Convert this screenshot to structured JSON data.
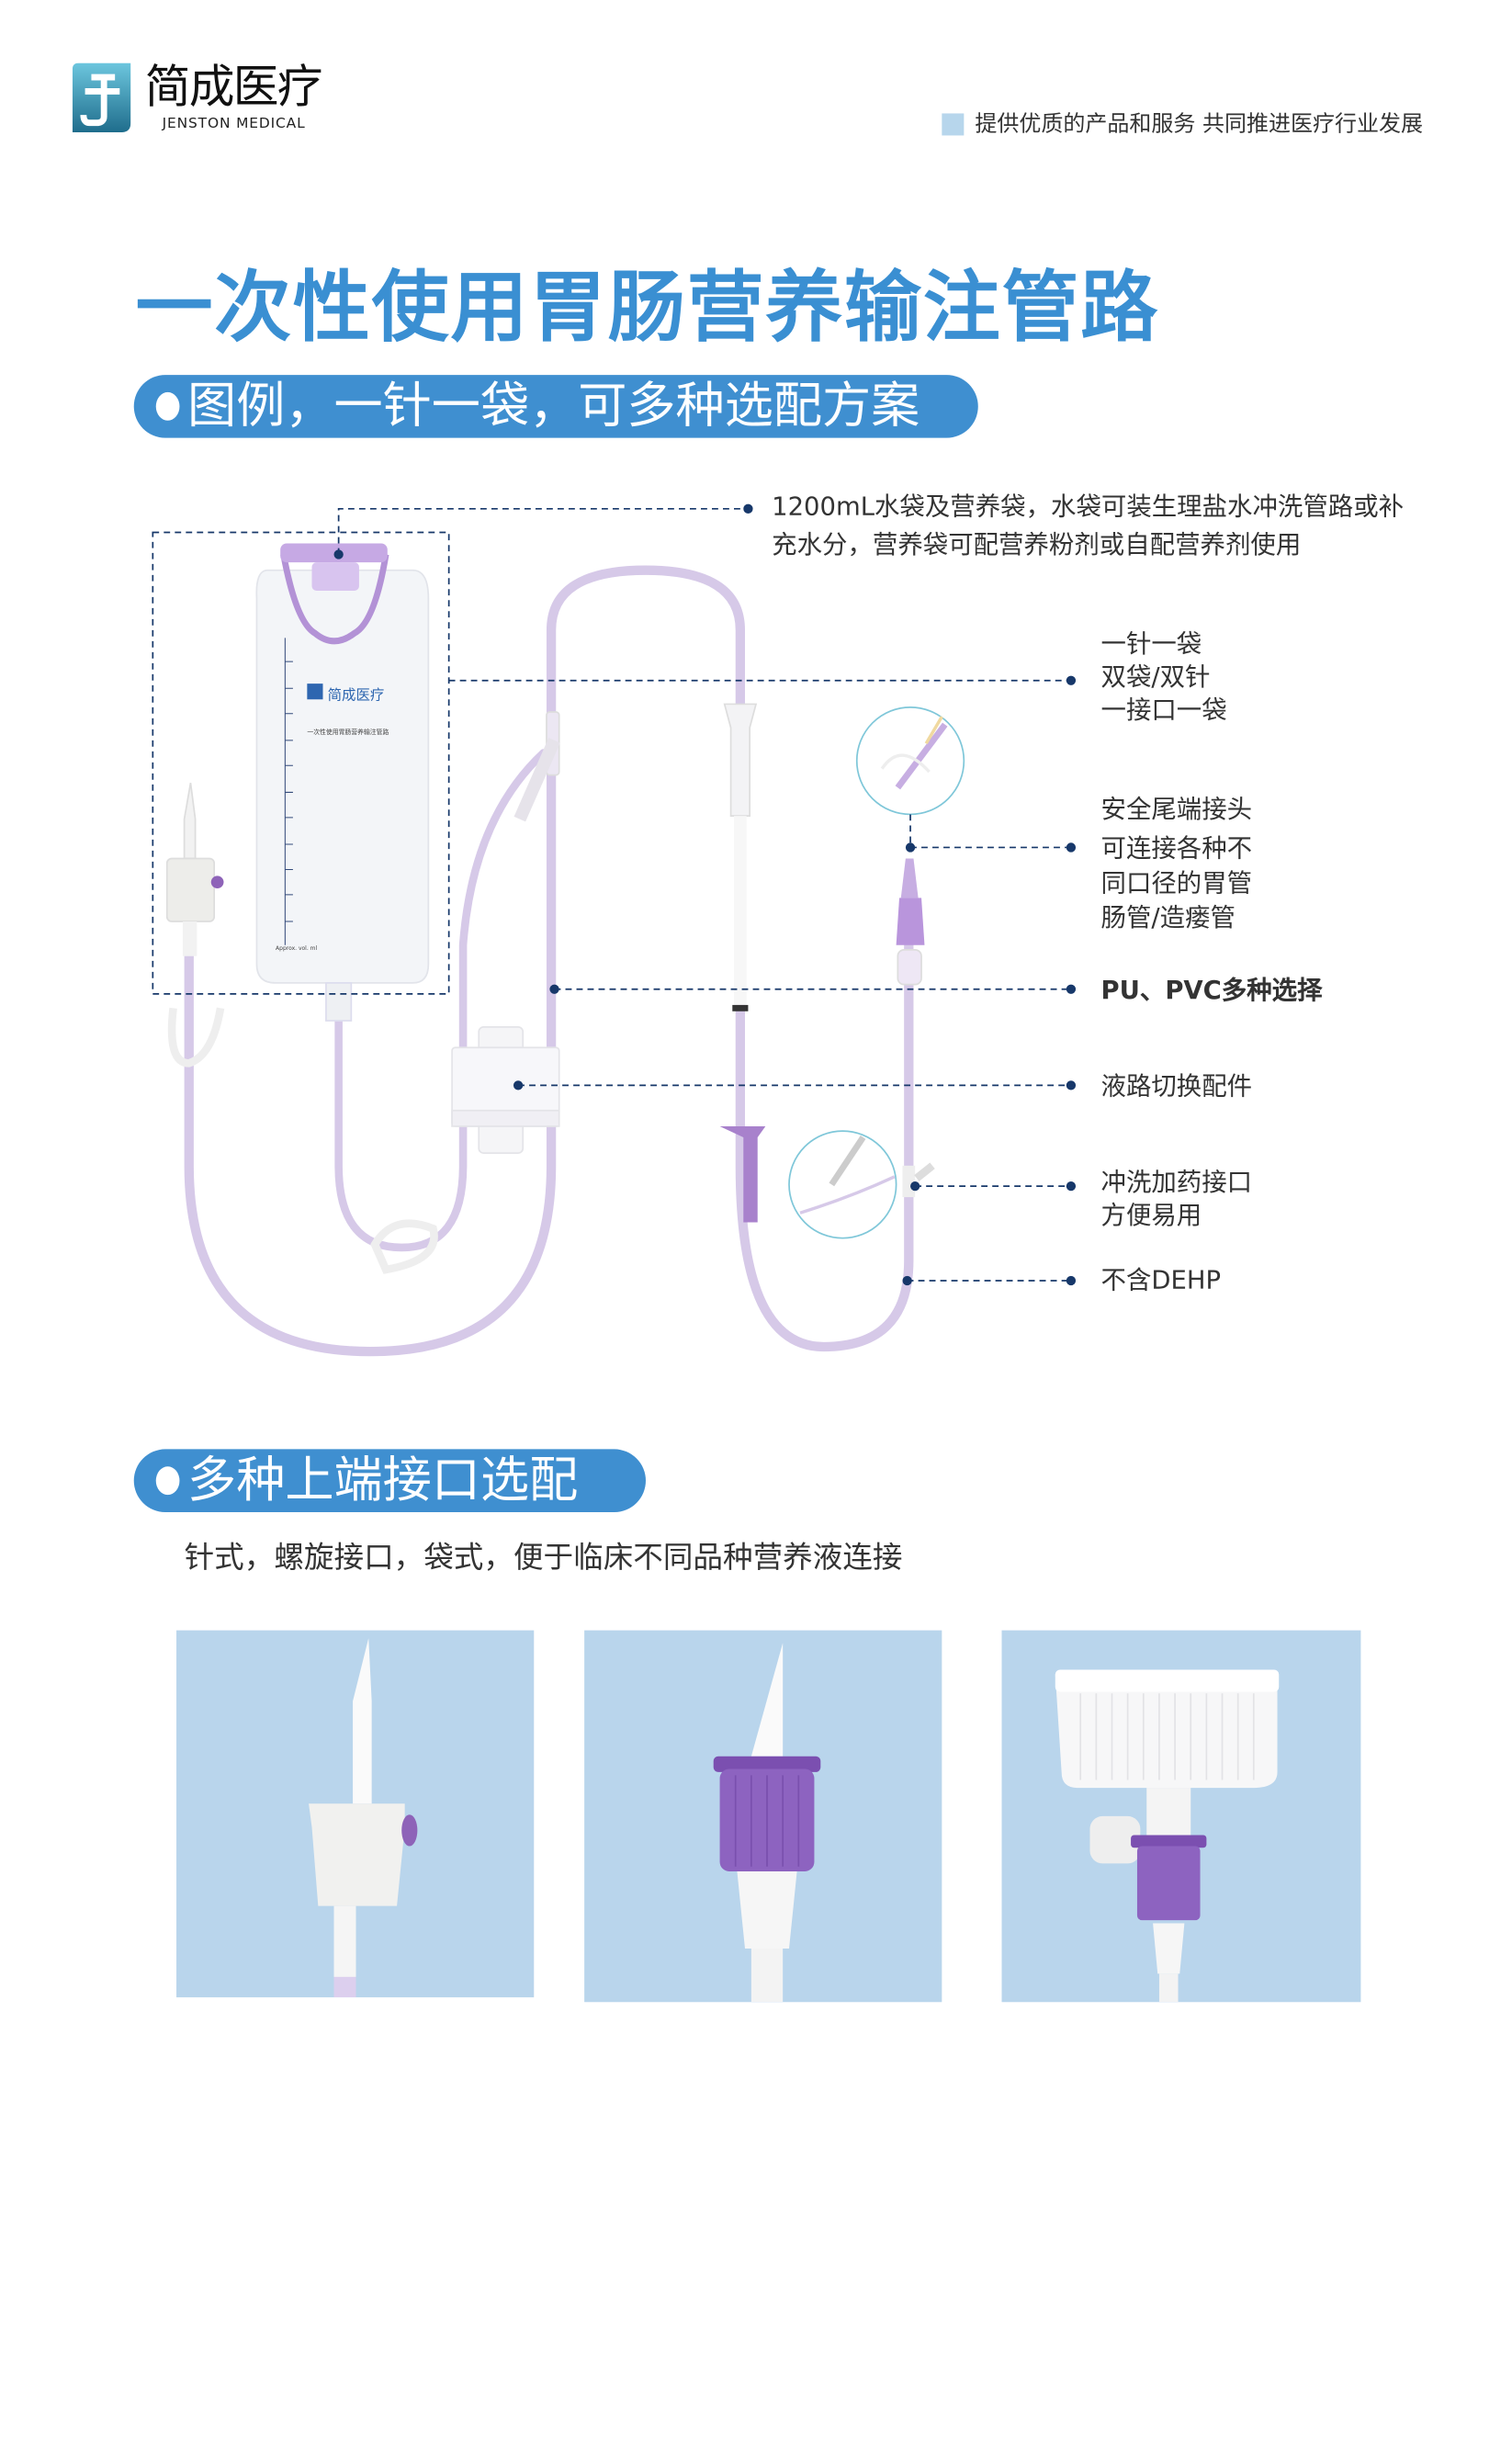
{
  "header": {
    "brand_cn": "简成医疗",
    "brand_en": "JENSTON MEDICAL",
    "tagline": "提供优质的产品和服务 共同推进医疗行业发展"
  },
  "title": "一次性使用胃肠营养输注管路",
  "section1": {
    "heading": "图例，一针一袋，可多种选配方案",
    "bag_print": {
      "brand": "简成医疗",
      "product": "一次性使用胃肠营养输注管路",
      "scale_unit": "Approx. vol. ml"
    },
    "annotations": [
      {
        "lines": [
          "1200mL水袋及营养袋，水袋可装生理盐水冲洗管路或补",
          "充水分，营养袋可配营养粉剂或自配营养剂使用"
        ]
      },
      {
        "lines": [
          "一针一袋",
          "双袋/双针",
          "一接口一袋"
        ]
      },
      {
        "lines": [
          "安全尾端接头",
          "可连接各种不",
          "同口径的胃管",
          "肠管/造瘘管"
        ]
      },
      {
        "lines": [
          "PU、PVC多种选择"
        ]
      },
      {
        "lines": [
          "液路切换配件"
        ]
      },
      {
        "lines": [
          "冲洗加药接口",
          "方便易用"
        ]
      },
      {
        "lines": [
          "不含DEHP"
        ]
      }
    ]
  },
  "section2": {
    "heading": "多种上端接口选配",
    "description": "针式，螺旋接口，袋式，便于临床不同品种营养液连接",
    "images": [
      "spike-connector",
      "screw-connector",
      "bag-cap-connector"
    ]
  },
  "colors": {
    "brand_blue": "#3f8fd0",
    "tube_purple": "#d9cdea",
    "accent_purple": "#8e63b8",
    "tile_bg": "#b9d5ec",
    "leader_navy": "#17386a"
  }
}
